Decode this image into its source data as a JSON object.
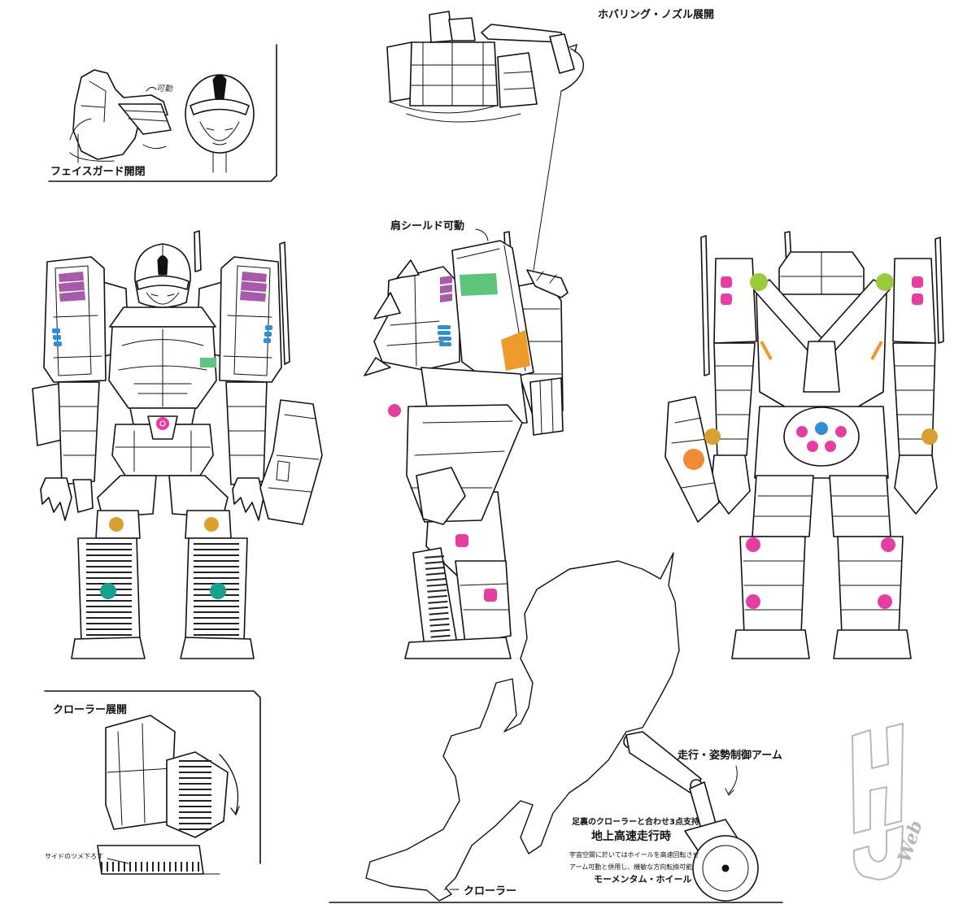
{
  "labels": {
    "hover_nozzle": "ホバリング・ノズル展開",
    "face_guard": "フェイスガード開閉",
    "face_guard_note": "可動",
    "shoulder_shield": "肩シールド可動",
    "crawler_deploy": "クローラー展開",
    "side_claw": "サイドのツメ下ろす",
    "control_arm": "走行・姿勢制御アーム",
    "three_point": "足裏のクローラーと合わせ3点支持",
    "ground_high_speed": "地上高速走行時",
    "space_note_1": "宇宙空間に於いてはホイールを高速回転させ",
    "space_note_2": "アーム可動と併用し、機敏な方向転換可能",
    "momentum_wheel": "モーメンタム・ホイール",
    "crawler": "クローラー"
  },
  "logo": {
    "text": "Web"
  },
  "colors": {
    "ink": "#111111",
    "paper": "#ffffff",
    "purple": "#a65aa8",
    "blue": "#2f8fd2",
    "green": "#5ec47c",
    "magenta": "#e43fa0",
    "orange_knee": "#d9a030",
    "teal": "#18a08f",
    "lime": "#9acb3c",
    "orange_part": "#ee9a2a",
    "orange_large": "#f08a34",
    "logo_gray": "#b8b8b8"
  }
}
